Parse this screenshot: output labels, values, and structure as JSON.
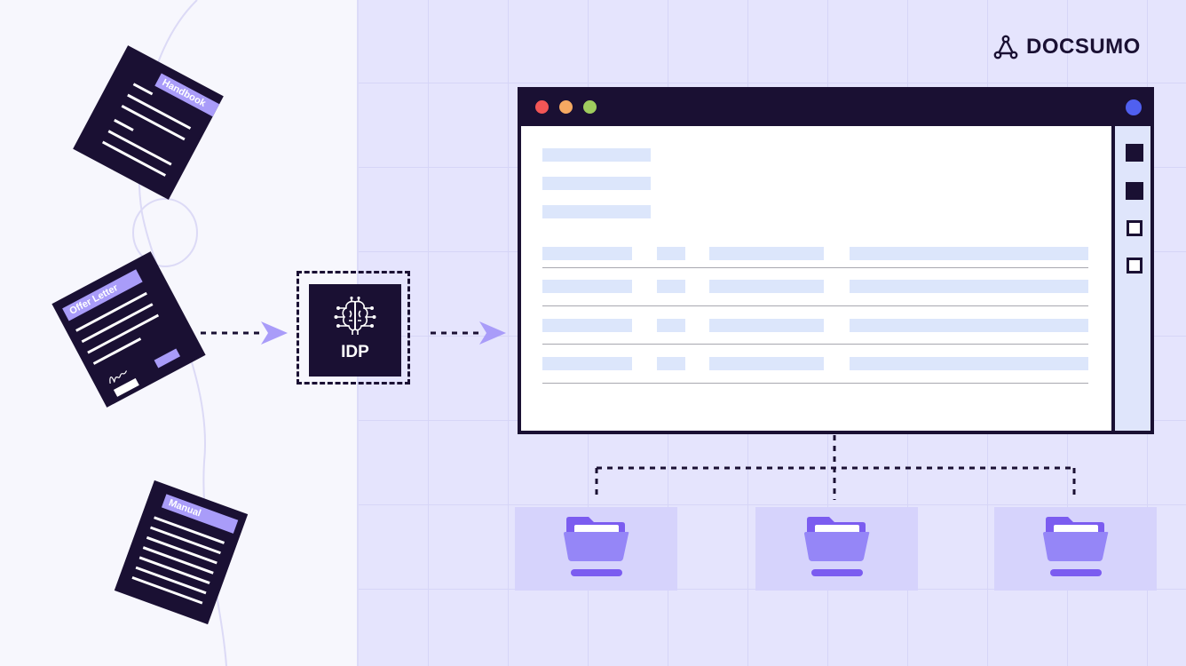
{
  "brand": {
    "name": "DOCSUMO",
    "color": "#1a1033"
  },
  "documents": [
    {
      "tag": "Handbook"
    },
    {
      "tag": "Offer Letter"
    },
    {
      "tag": "Manual"
    }
  ],
  "processor": {
    "label": "IDP",
    "icon": "brain-circuit-icon"
  },
  "window": {
    "traffic_lights": [
      "#f25656",
      "#f5a962",
      "#9fcc5e"
    ],
    "status_dot": "#5060f0",
    "sidebar_checkboxes": [
      "filled",
      "filled",
      "empty",
      "empty"
    ]
  },
  "destinations": [
    {
      "icon": "folder-icon"
    },
    {
      "icon": "folder-icon"
    },
    {
      "icon": "folder-icon"
    }
  ]
}
